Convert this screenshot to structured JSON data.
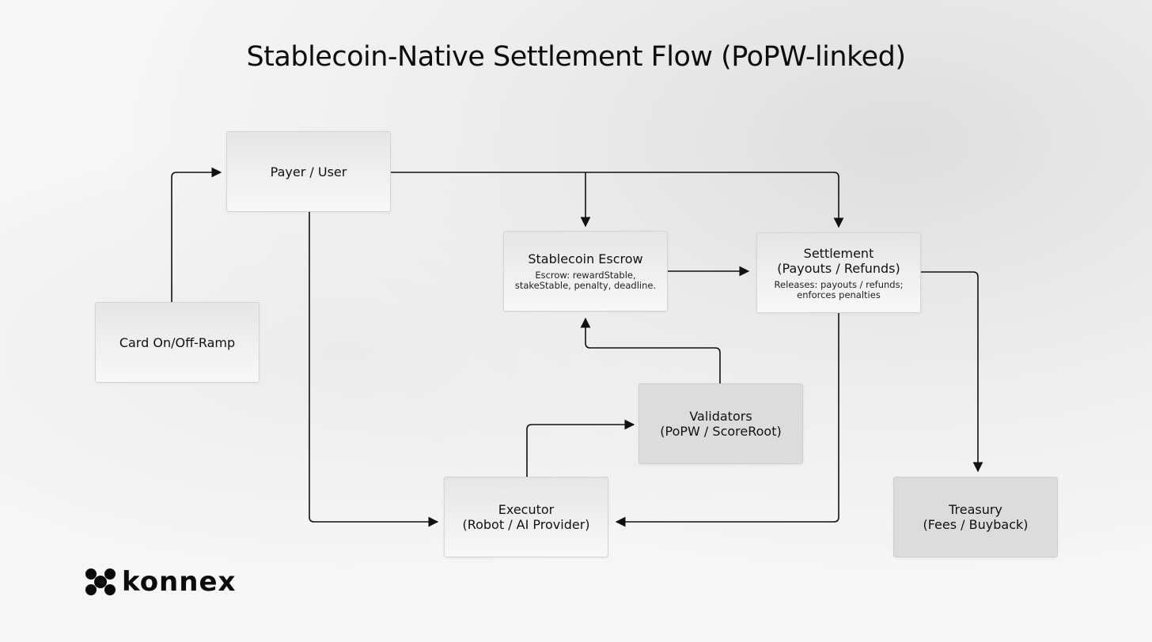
{
  "title": "Stablecoin-Native Settlement Flow (PoPW-linked)",
  "nodes": {
    "payer": {
      "title": "Payer / User"
    },
    "ramp": {
      "title": "Card On/Off-Ramp"
    },
    "escrow": {
      "title": "Stablecoin Escrow",
      "note_lines": [
        "Escrow: rewardStable,",
        "stakeStable, penalty, deadline."
      ]
    },
    "settlement": {
      "title_lines": [
        "Settlement",
        "(Payouts / Refunds)"
      ],
      "note_lines": [
        "Releases: payouts / refunds;",
        "enforces penalties"
      ]
    },
    "validators": {
      "title_lines": [
        "Validators",
        "(PoPW / ScoreRoot)"
      ]
    },
    "executor": {
      "title_lines": [
        "Executor",
        "(Robot / AI Provider)"
      ]
    },
    "treasury": {
      "title_lines": [
        "Treasury",
        "(Fees / Buyback)"
      ]
    }
  },
  "brand": {
    "name": "konnex",
    "logo_icon": "konnex-logo-mark"
  }
}
